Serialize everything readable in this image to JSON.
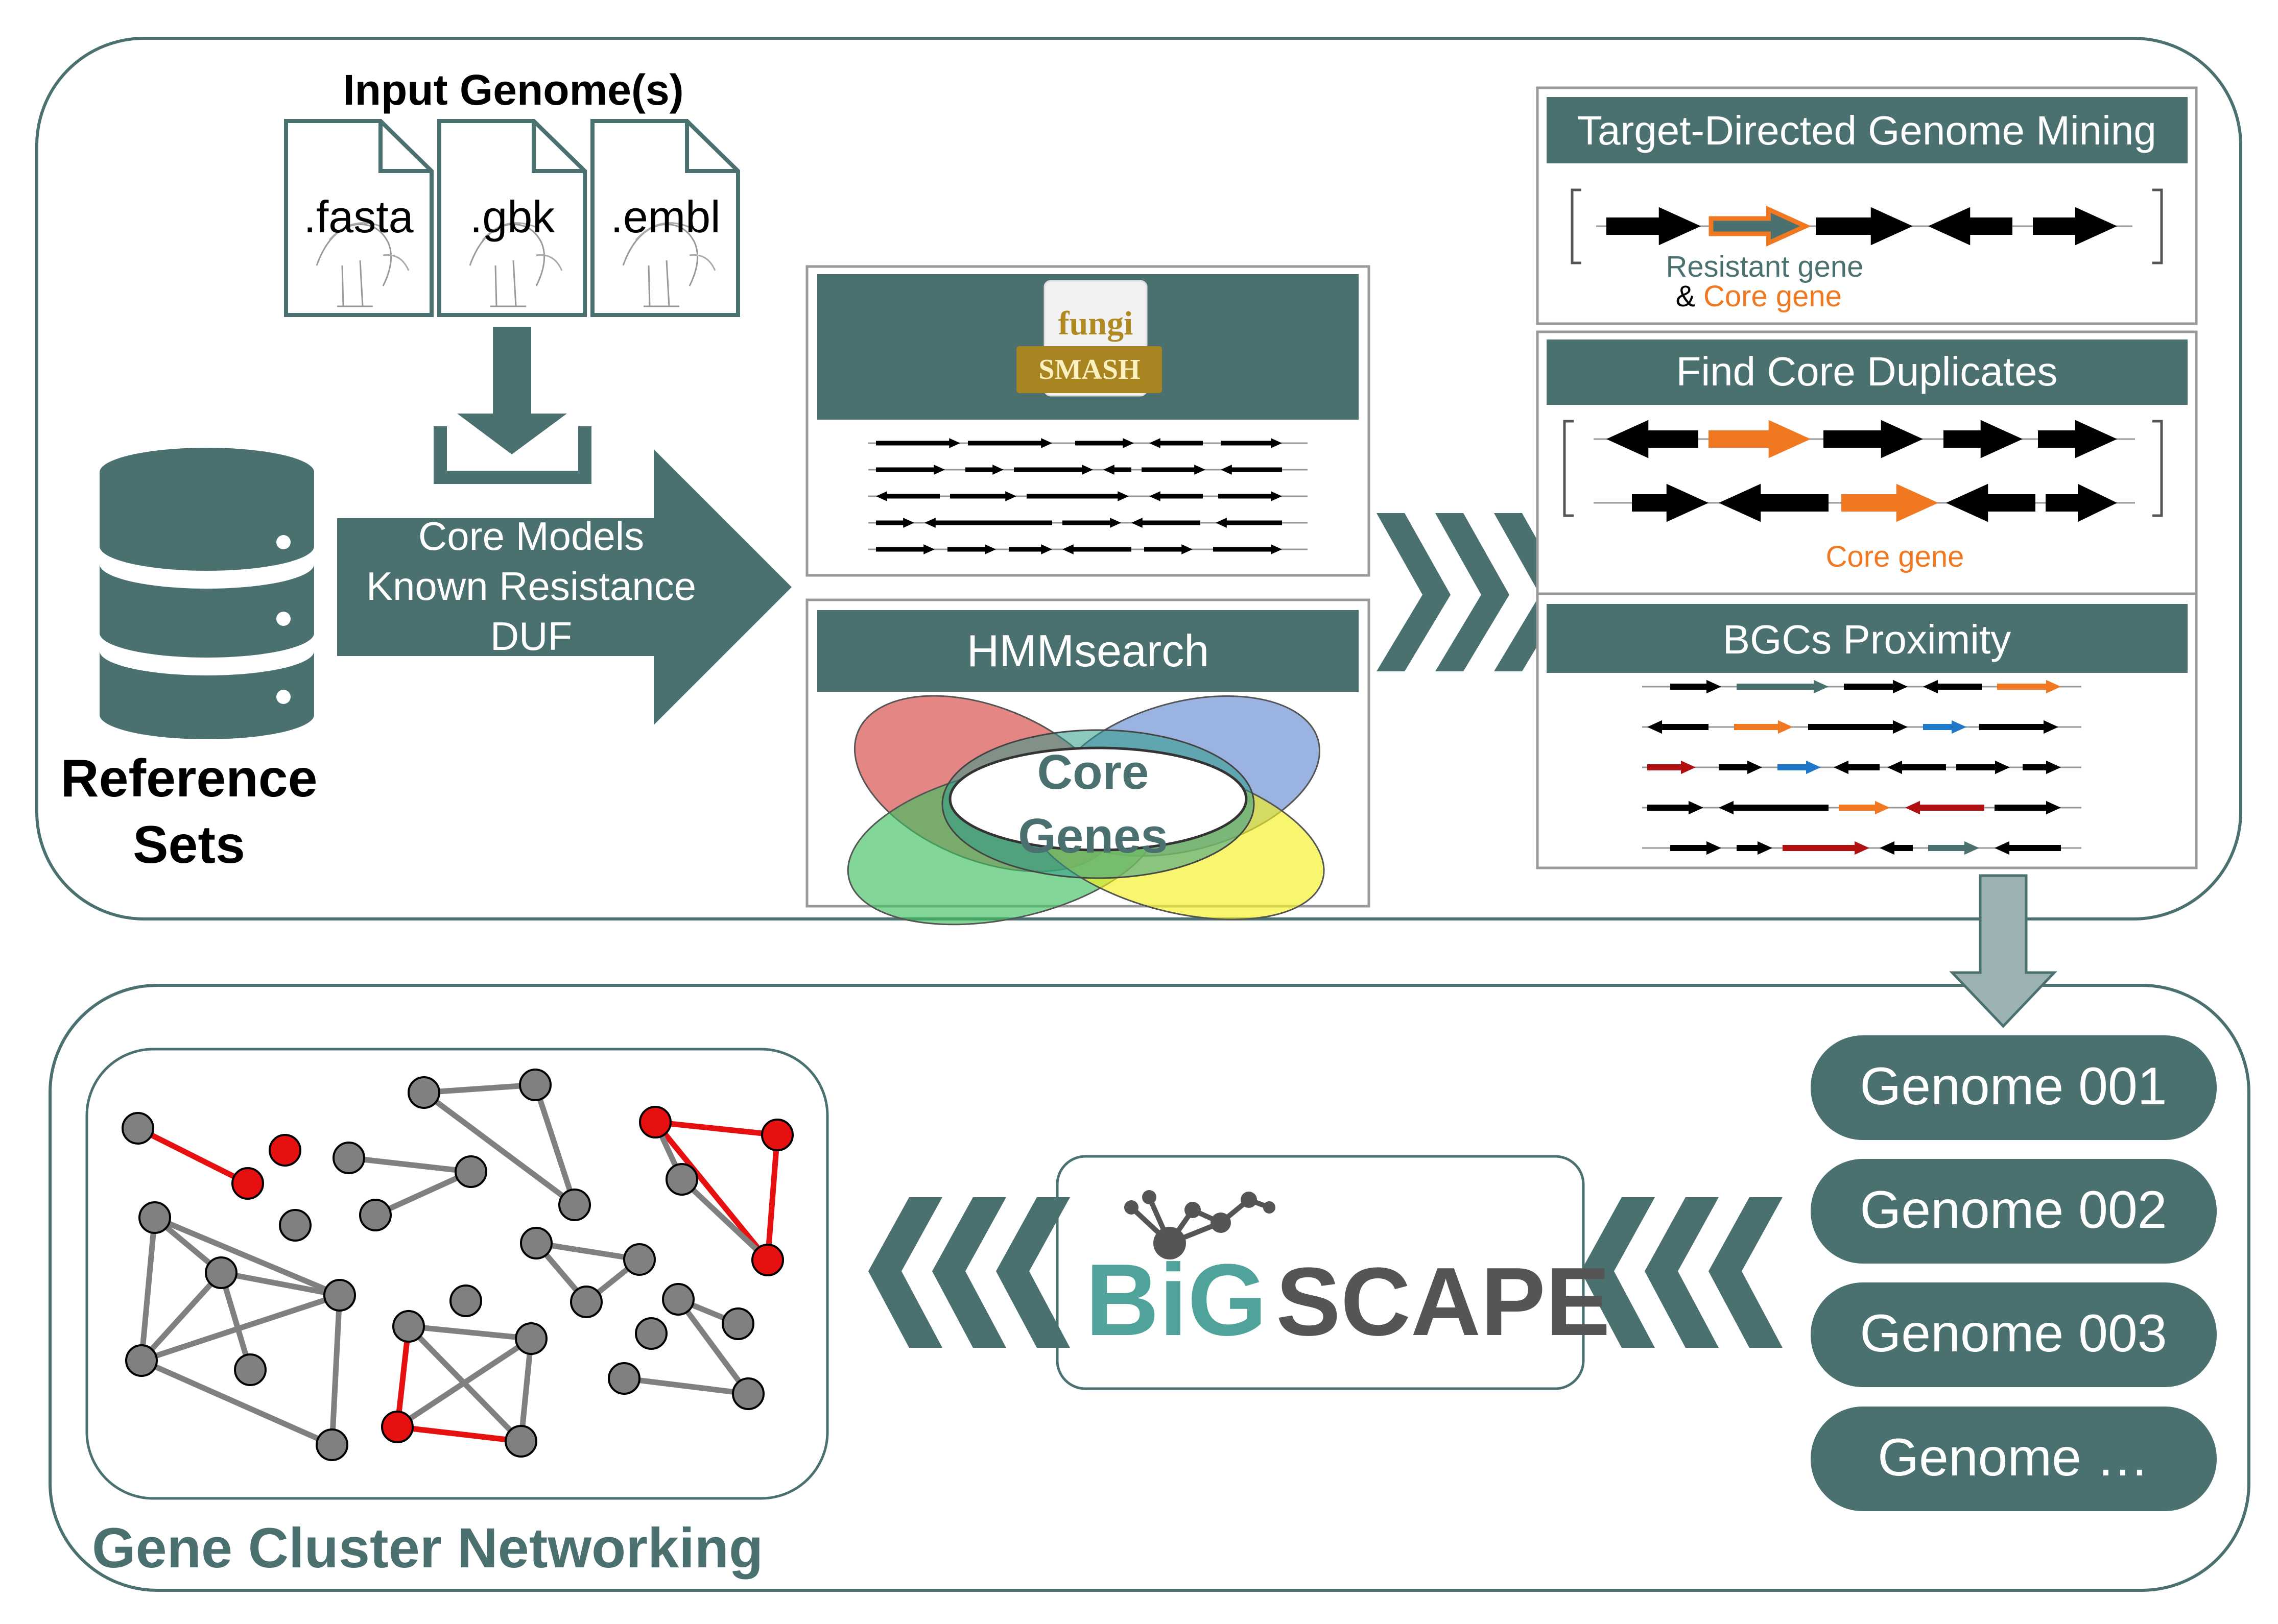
{
  "input": {
    "title": "Input Genome(s)",
    "files": [
      ".fasta",
      ".gbk",
      ".embl"
    ]
  },
  "reference": {
    "label_line1": "Reference",
    "label_line2": "Sets"
  },
  "models_arrow": {
    "line1": "Core Models",
    "line2": "Known Resistance",
    "line3": "DUF"
  },
  "fungismash": {
    "logo_top": "fungi",
    "logo_bottom": "SMASH"
  },
  "hmmsearch": {
    "header": "HMMsearch",
    "core_line1": "Core",
    "core_line2": "Genes"
  },
  "right_panels": {
    "target": {
      "header": "Target-Directed Genome Mining",
      "legend_line1": "Resistant gene",
      "legend_amp": "&",
      "legend_core": "Core gene"
    },
    "duplicates": {
      "header": "Find Core Duplicates",
      "legend": "Core gene"
    },
    "proximity": {
      "header": "BGCs Proximity"
    }
  },
  "genomes": [
    "Genome 001",
    "Genome 002",
    "Genome 003",
    "Genome …"
  ],
  "bigscape": {
    "part1": "BiG",
    "part2": "SCAPE"
  },
  "network": {
    "title": "Gene Cluster Networking"
  },
  "colors": {
    "teal": "#4a7070",
    "orange": "#f07820",
    "red": "#e61010",
    "blue": "#1f78c8",
    "dark_red": "#b01010",
    "node_gray": "#808080",
    "bigscape_teal": "#4fa39a"
  }
}
